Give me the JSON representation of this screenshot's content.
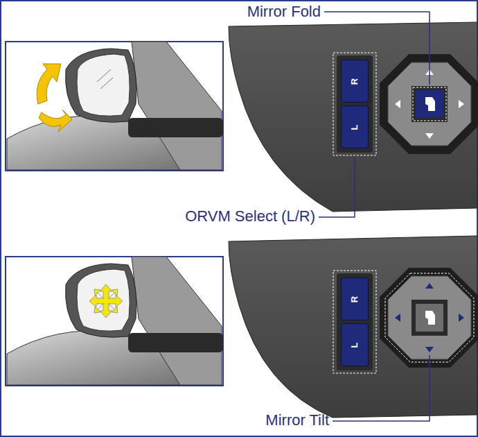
{
  "diagram": {
    "nodes": [
      {
        "text": [
          "R"
        ]
      },
      {
        "text": [
          "L"
        ]
      },
      {
        "text": [
          "R"
        ]
      },
      {
        "text": [
          "L"
        ]
      }
    ],
    "labels": [
      "Mirror Fold",
      "ORVM Select (L/R)",
      "Mirror Tilt"
    ]
  }
}
